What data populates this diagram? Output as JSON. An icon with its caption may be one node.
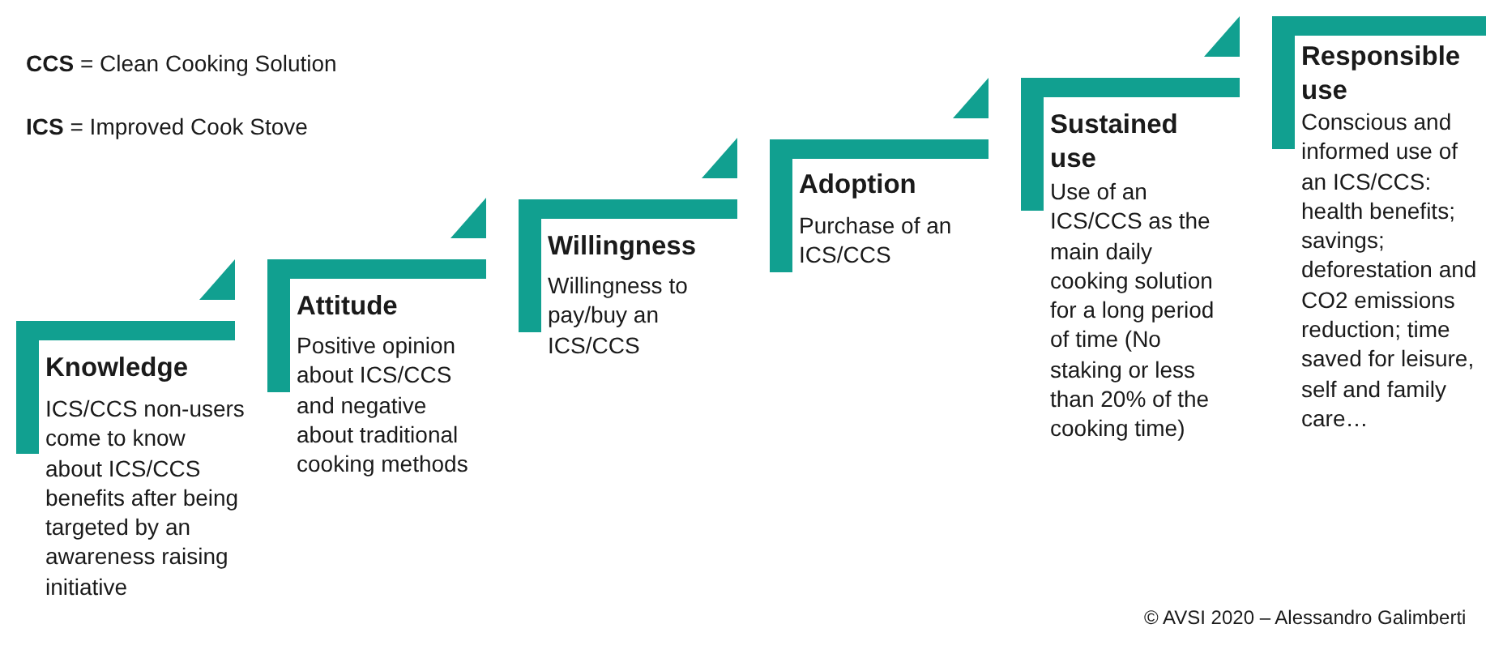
{
  "diagram": {
    "nodes": [
      {
        "text": [
          "Knowledge",
          "ICS/CCS non-users come to know about ICS/CCS benefits after being targeted by an awareness raising initiative"
        ]
      },
      {
        "text": [
          "Attitude",
          "Positive opinion about ICS/CCS and negative about traditional cooking methods"
        ]
      },
      {
        "text": [
          "Willingness",
          "Willingness to pay/buy an ICS/CCS"
        ]
      },
      {
        "text": [
          "Adoption",
          "Purchase of an ICS/CCS"
        ]
      },
      {
        "text": [
          "Sustained use",
          "Use of an ICS/CCS as the main daily cooking solution for a long period of time (No staking or less than 20% of the cooking time)"
        ]
      },
      {
        "text": [
          "Responsible use",
          "Conscious and informed use of an ICS/CCS: health benefits; savings; deforestation and CO2 emissions reduction; time saved for leisure, self and family care…"
        ]
      }
    ],
    "labels": [
      "**CCS** = Clean Cooking Solution",
      "**ICS** = Improved Cook Stove",
      "© AVSI 2020 – Alessandro Galimberti"
    ]
  }
}
